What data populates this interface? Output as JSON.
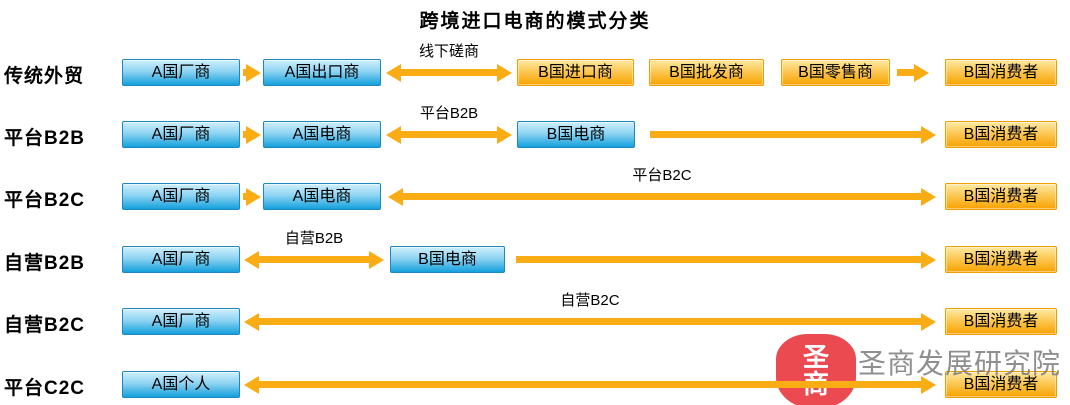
{
  "title": "跨境进口电商的模式分类",
  "colors": {
    "arrow": "#FAAC15",
    "blue_box_border": "#1E88BE",
    "orange_box_border": "#F29C00",
    "seal_red": "#EA4A50",
    "watermark_gray": "#808080"
  },
  "watermark": {
    "seal_text_top": "圣",
    "seal_text_bottom": "商",
    "name": "圣商发展研究院"
  },
  "rows": [
    {
      "label": "传统外贸",
      "items": [
        {
          "kind": "box",
          "color": "blue",
          "text": "A国厂商"
        },
        {
          "kind": "arrow",
          "dir": "right",
          "label": ""
        },
        {
          "kind": "box",
          "color": "blue",
          "text": "A国出口商"
        },
        {
          "kind": "arrow",
          "dir": "both",
          "label": "线下磋商"
        },
        {
          "kind": "box",
          "color": "orange",
          "text": "B国进口商"
        },
        {
          "kind": "box",
          "color": "orange",
          "text": "B国批发商"
        },
        {
          "kind": "box",
          "color": "orange",
          "text": "B国零售商"
        },
        {
          "kind": "arrow",
          "dir": "right",
          "label": ""
        },
        {
          "kind": "box",
          "color": "orange",
          "text": "B国消费者"
        }
      ]
    },
    {
      "label": "平台B2B",
      "items": [
        {
          "kind": "box",
          "color": "blue",
          "text": "A国厂商"
        },
        {
          "kind": "arrow",
          "dir": "right",
          "label": ""
        },
        {
          "kind": "box",
          "color": "blue",
          "text": "A国电商"
        },
        {
          "kind": "arrow",
          "dir": "both",
          "label": "平台B2B"
        },
        {
          "kind": "box",
          "color": "blue",
          "text": "B国电商"
        },
        {
          "kind": "arrow",
          "dir": "right",
          "label": ""
        },
        {
          "kind": "box",
          "color": "orange",
          "text": "B国消费者"
        }
      ]
    },
    {
      "label": "平台B2C",
      "items": [
        {
          "kind": "box",
          "color": "blue",
          "text": "A国厂商"
        },
        {
          "kind": "arrow",
          "dir": "right",
          "label": ""
        },
        {
          "kind": "box",
          "color": "blue",
          "text": "A国电商"
        },
        {
          "kind": "arrow",
          "dir": "both",
          "label": "平台B2C"
        },
        {
          "kind": "box",
          "color": "orange",
          "text": "B国消费者"
        }
      ]
    },
    {
      "label": "自营B2B",
      "items": [
        {
          "kind": "box",
          "color": "blue",
          "text": "A国厂商"
        },
        {
          "kind": "arrow",
          "dir": "both",
          "label": "自营B2B"
        },
        {
          "kind": "box",
          "color": "blue",
          "text": "B国电商"
        },
        {
          "kind": "arrow",
          "dir": "right",
          "label": ""
        },
        {
          "kind": "box",
          "color": "orange",
          "text": "B国消费者"
        }
      ]
    },
    {
      "label": "自营B2C",
      "items": [
        {
          "kind": "box",
          "color": "blue",
          "text": "A国厂商"
        },
        {
          "kind": "arrow",
          "dir": "both",
          "label": "自营B2C"
        },
        {
          "kind": "box",
          "color": "orange",
          "text": "B国消费者"
        }
      ]
    },
    {
      "label": "平台C2C",
      "items": [
        {
          "kind": "box",
          "color": "blue",
          "text": "A国个人"
        },
        {
          "kind": "arrow",
          "dir": "both",
          "label": ""
        },
        {
          "kind": "box",
          "color": "orange",
          "text": "B国消费者"
        }
      ]
    }
  ]
}
